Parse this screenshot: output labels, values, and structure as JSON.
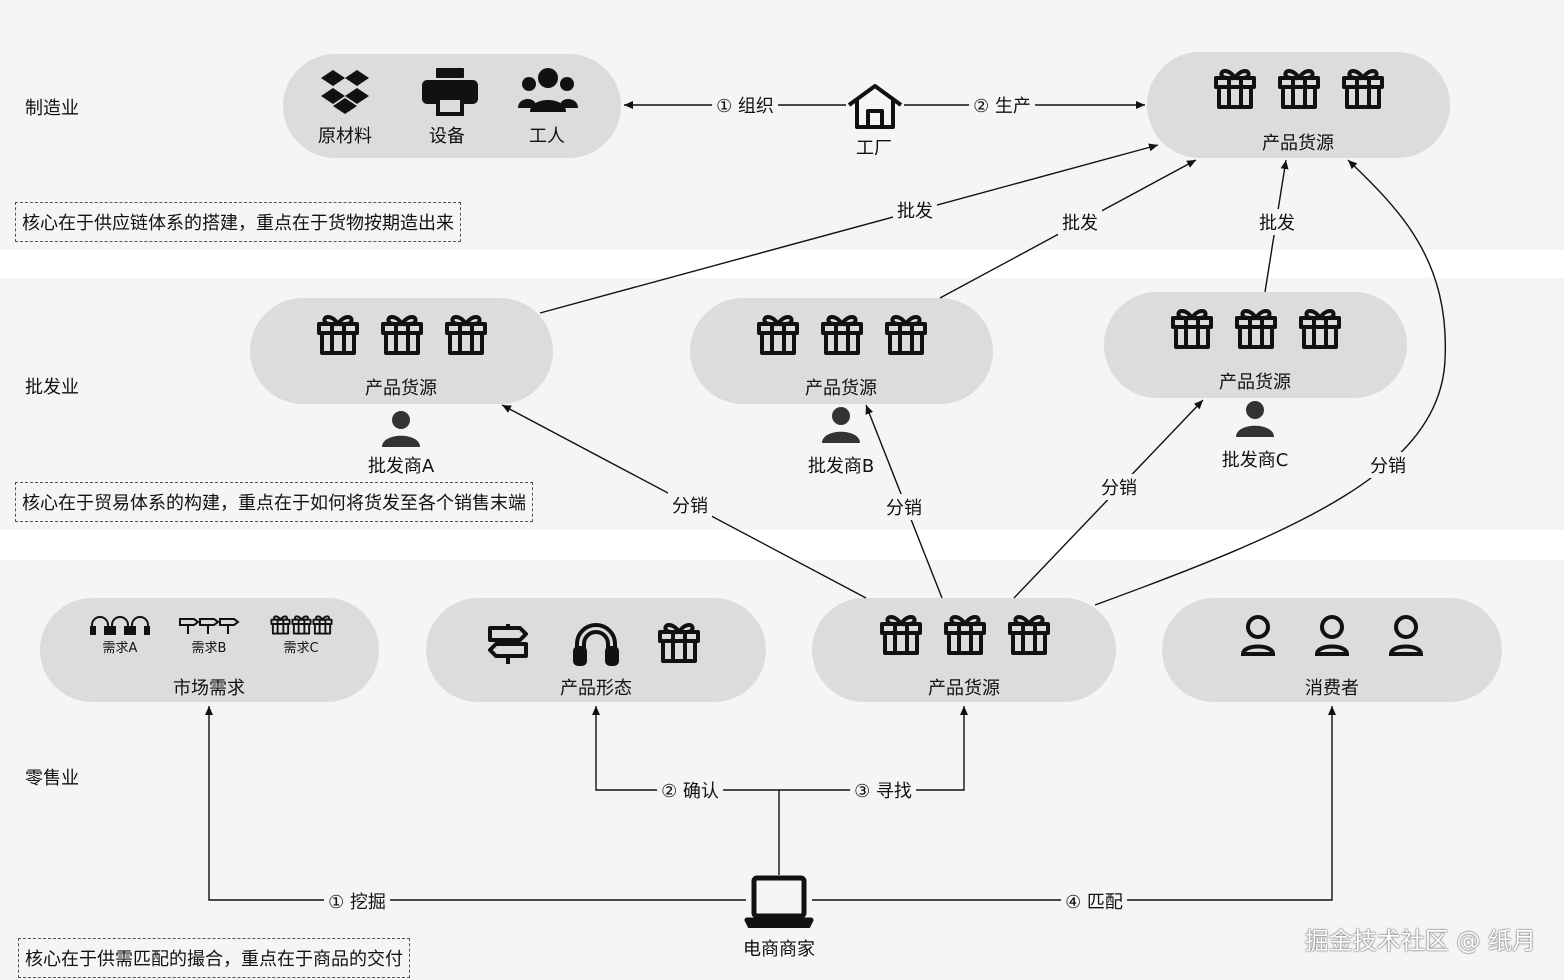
{
  "sections": {
    "manufacturing": "制造业",
    "wholesale": "批发业",
    "retail": "零售业"
  },
  "notes": {
    "manufacturing": "核心在于供应链体系的搭建，重点在于货物按期造出来",
    "wholesale": "核心在于贸易体系的构建，重点在于如何将货发至各个销售末端",
    "retail": "核心在于供需匹配的撮合，重点在于商品的交付"
  },
  "manufacturing": {
    "inputs": [
      "原材料",
      "设备",
      "工人"
    ],
    "factory": "工厂",
    "edge_organize": "① 组织",
    "edge_produce": "② 生产",
    "products": "产品货源"
  },
  "wholesale": {
    "products": [
      "产品货源",
      "产品货源",
      "产品货源"
    ],
    "traders": [
      "批发商A",
      "批发商B",
      "批发商C"
    ],
    "edge_wholesale": "批发",
    "edge_distribute": "分销"
  },
  "retail": {
    "market": "市场需求",
    "demands": [
      "需求A",
      "需求B",
      "需求C"
    ],
    "product_form": "产品形态",
    "products": "产品货源",
    "consumers": "消费者",
    "merchant": "电商商家",
    "edge_mine": "① 挖掘",
    "edge_confirm": "② 确认",
    "edge_find": "③ 寻找",
    "edge_match": "④ 匹配"
  },
  "watermark": "掘金技术社区 @ 纸月",
  "icons": {
    "raw": "dropbox-icon",
    "equipment": "printer-icon",
    "workers": "users-icon",
    "factory": "house-icon",
    "product": "gift-icon",
    "trader": "user-icon",
    "consumer": "person-outline-icon",
    "merchant": "laptop-icon",
    "demand_a": "headphones-icon",
    "demand_b": "signpost-icon",
    "demand_c": "gift-icon"
  }
}
